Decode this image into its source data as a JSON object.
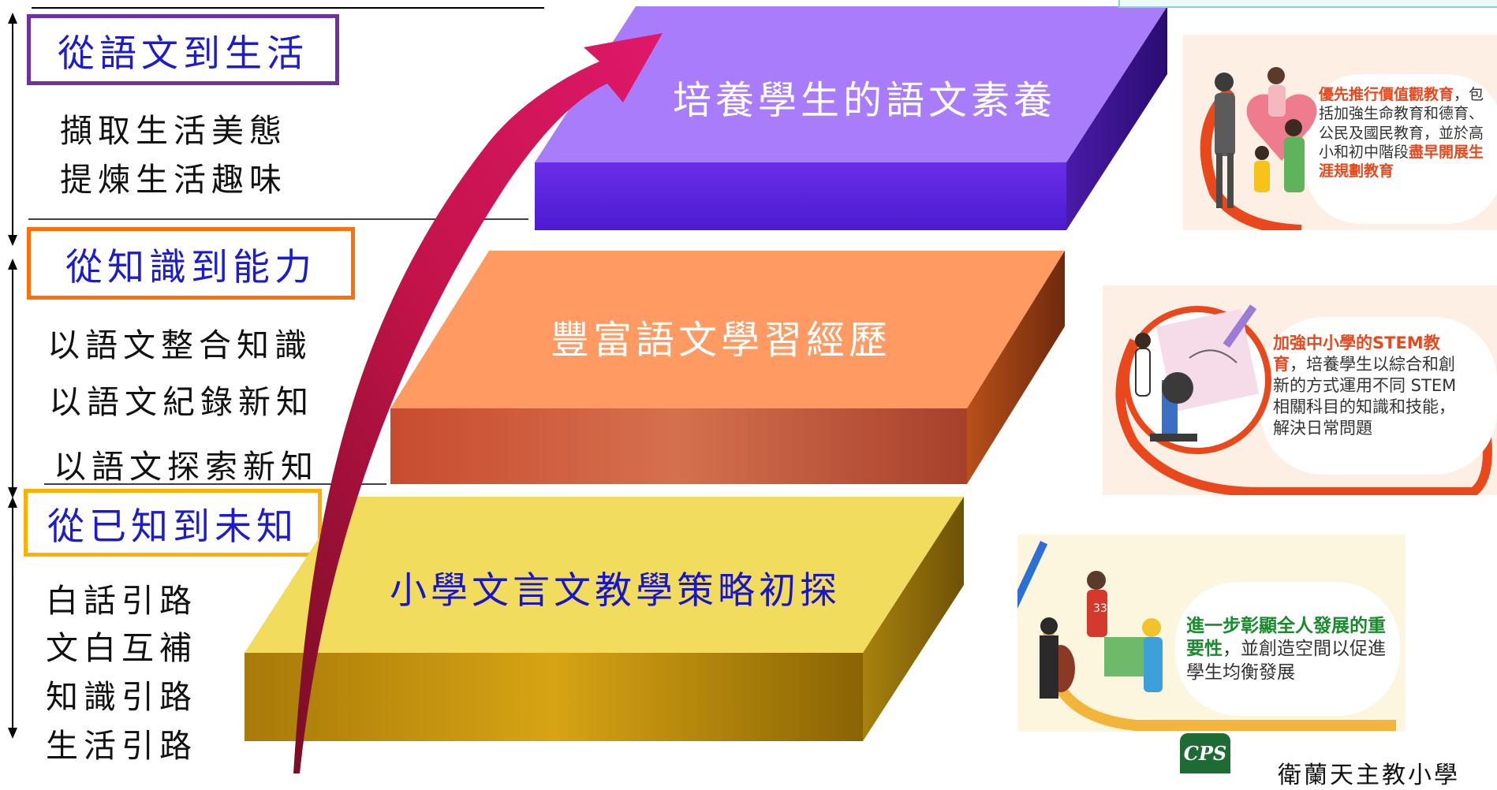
{
  "sections": [
    {
      "title": "從語文到生活",
      "lines": [
        "擷取生活美態",
        "提煉生活趣味"
      ]
    },
    {
      "title": "從知識到能力",
      "lines": [
        "以語文整合知識",
        "以語文紀錄新知",
        "以語文探索新知"
      ]
    },
    {
      "title": "從已知到未知",
      "lines": [
        "白話引路",
        "文白互補",
        "知識引路",
        "生活引路"
      ]
    }
  ],
  "steps": {
    "top": "培養學生的語文素養",
    "middle": "豐富語文學習經歷",
    "bottom": "小學文言文教學策略初探"
  },
  "cards": [
    {
      "highlight": "優先推行價值觀教育",
      "text": "，包括加強生命教育和德育、公民及國民教育，並於高小和初中階段",
      "highlight2": "盡早開展生涯規劃教育"
    },
    {
      "highlight": "加強中小學的STEM教育",
      "text": "，培養學生以綜合和創新的方式運用不同 STEM 相關科目的知識和技能，解決日常問題"
    },
    {
      "highlight": "進一步彰顯全人發展的重要性",
      "text": "，並創造空間以促進學生均衡發展"
    }
  ],
  "logo_text": "CPS",
  "school_name": "衛蘭天主教小學",
  "colors": {
    "purple_box": "#7030a0",
    "orange_box": "#ff6f0a",
    "yellow_box": "#ffb000",
    "arrow": "#d0145a",
    "highlight_red": "#e8481c",
    "highlight_green": "#1a8a2e"
  }
}
